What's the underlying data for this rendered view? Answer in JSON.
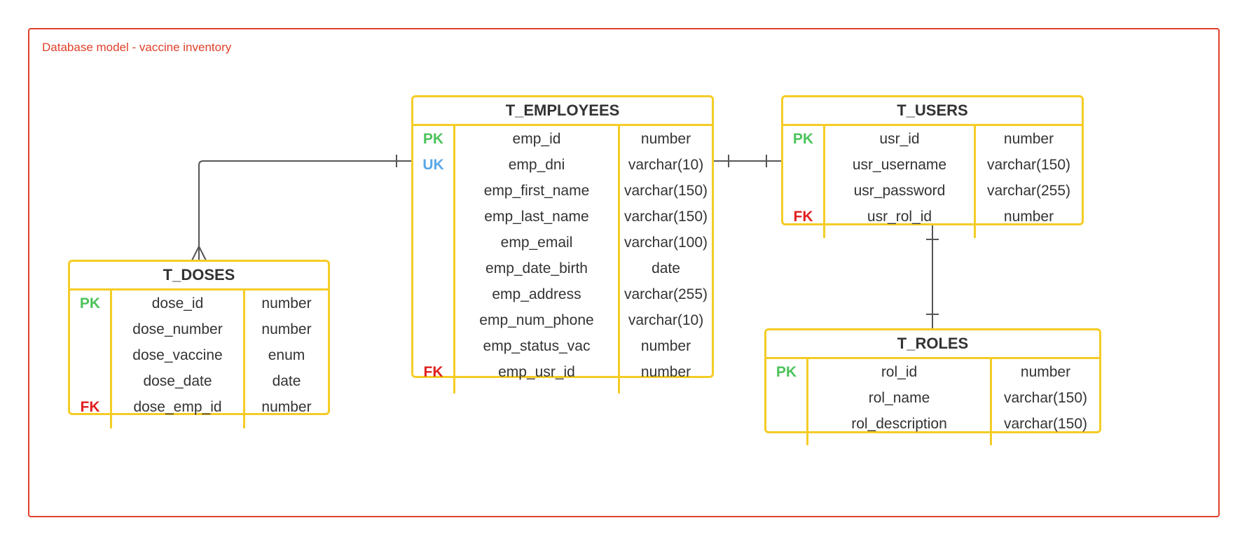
{
  "diagram_title": "Database model - vaccine inventory",
  "colors": {
    "frame": "#e0402a",
    "table_border": "#f5cc25",
    "pk": "#4cc35a",
    "uk": "#5aa8e6",
    "fk": "#e02020",
    "connector": "#555555"
  },
  "tables": [
    {
      "id": "t_employees",
      "name": "T_EMPLOYEES",
      "columns": [
        {
          "key": "PK",
          "name": "emp_id",
          "type": "number"
        },
        {
          "key": "UK",
          "name": "emp_dni",
          "type": "varchar(10)"
        },
        {
          "key": "",
          "name": "emp_first_name",
          "type": "varchar(150)"
        },
        {
          "key": "",
          "name": "emp_last_name",
          "type": "varchar(150)"
        },
        {
          "key": "",
          "name": "emp_email",
          "type": "varchar(100)"
        },
        {
          "key": "",
          "name": "emp_date_birth",
          "type": "date"
        },
        {
          "key": "",
          "name": "emp_address",
          "type": "varchar(255)"
        },
        {
          "key": "",
          "name": "emp_num_phone",
          "type": "varchar(10)"
        },
        {
          "key": "",
          "name": "emp_status_vac",
          "type": "number"
        },
        {
          "key": "FK",
          "name": "emp_usr_id",
          "type": "number"
        }
      ]
    },
    {
      "id": "t_users",
      "name": "T_USERS",
      "columns": [
        {
          "key": "PK",
          "name": "usr_id",
          "type": "number"
        },
        {
          "key": "",
          "name": "usr_username",
          "type": "varchar(150)"
        },
        {
          "key": "",
          "name": "usr_password",
          "type": "varchar(255)"
        },
        {
          "key": "FK",
          "name": "usr_rol_id",
          "type": "number"
        }
      ]
    },
    {
      "id": "t_doses",
      "name": "T_DOSES",
      "columns": [
        {
          "key": "PK",
          "name": "dose_id",
          "type": "number"
        },
        {
          "key": "",
          "name": "dose_number",
          "type": "number"
        },
        {
          "key": "",
          "name": "dose_vaccine",
          "type": "enum"
        },
        {
          "key": "",
          "name": "dose_date",
          "type": "date"
        },
        {
          "key": "FK",
          "name": "dose_emp_id",
          "type": "number"
        }
      ]
    },
    {
      "id": "t_roles",
      "name": "T_ROLES",
      "columns": [
        {
          "key": "PK",
          "name": "rol_id",
          "type": "number"
        },
        {
          "key": "",
          "name": "rol_name",
          "type": "varchar(150)"
        },
        {
          "key": "",
          "name": "rol_description",
          "type": "varchar(150)"
        }
      ]
    }
  ],
  "relationships": [
    {
      "from": "T_EMPLOYEES",
      "to": "T_DOSES",
      "from_end": "one",
      "to_end": "many"
    },
    {
      "from": "T_EMPLOYEES",
      "to": "T_USERS",
      "from_end": "one",
      "to_end": "one"
    },
    {
      "from": "T_USERS",
      "to": "T_ROLES",
      "from_end": "one",
      "to_end": "one"
    }
  ]
}
